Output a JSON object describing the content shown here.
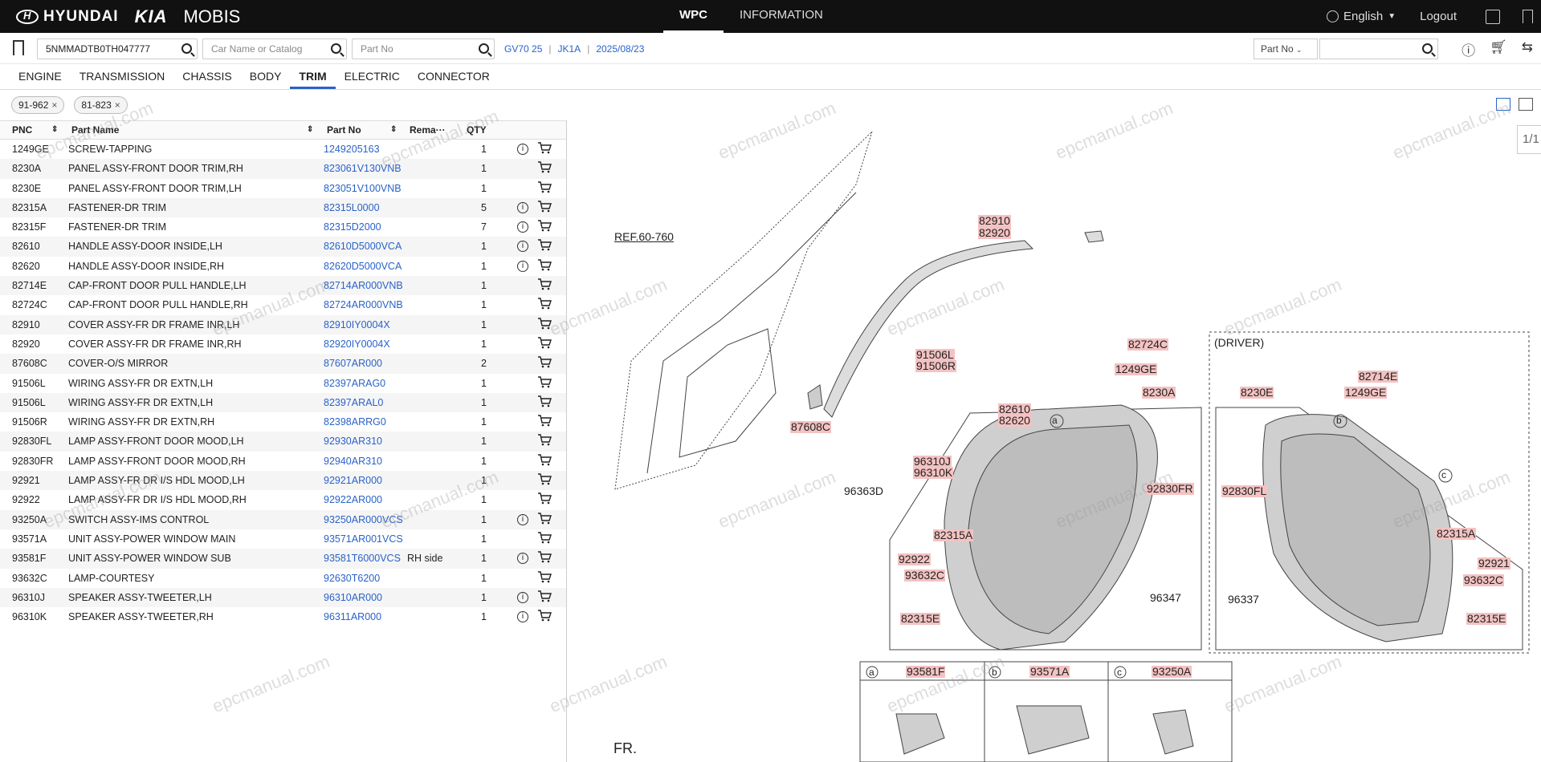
{
  "brand": {
    "hyundai": "HYUNDAI",
    "kia": "KIA",
    "mobis": "MOBIS"
  },
  "topnav": [
    {
      "label": "WPC"
    },
    {
      "label": "INFORMATION"
    }
  ],
  "topright": {
    "language": "English",
    "logout": "Logout"
  },
  "search": {
    "vin_value": "5NMMADTB0TH047777",
    "car_placeholder": "Car Name or Catalog",
    "partno_placeholder": "Part No",
    "model": "GV70 25",
    "code": "JK1A",
    "date": "2025/08/23",
    "right_select": "Part No"
  },
  "tabs": [
    "ENGINE",
    "TRANSMISSION",
    "CHASSIS",
    "BODY",
    "TRIM",
    "ELECTRIC",
    "CONNECTOR"
  ],
  "active_tab": "TRIM",
  "chips": [
    {
      "label": "91-962"
    },
    {
      "label": "81-823"
    }
  ],
  "table": {
    "headers": {
      "pnc": "PNC",
      "name": "Part Name",
      "no": "Part No",
      "remark": "Rema···",
      "qty": "QTY"
    },
    "rows": [
      {
        "pnc": "1249GE",
        "name": "SCREW-TAPPING",
        "no": "1249205163",
        "remark": "",
        "qty": "1",
        "info": true
      },
      {
        "pnc": "8230A",
        "name": "PANEL ASSY-FRONT DOOR TRIM,RH",
        "no": "823061V130VNB",
        "remark": "",
        "qty": "1",
        "info": false
      },
      {
        "pnc": "8230E",
        "name": "PANEL ASSY-FRONT DOOR TRIM,LH",
        "no": "823051V100VNB",
        "remark": "",
        "qty": "1",
        "info": false
      },
      {
        "pnc": "82315A",
        "name": "FASTENER-DR TRIM",
        "no": "82315L0000",
        "remark": "",
        "qty": "5",
        "info": true
      },
      {
        "pnc": "82315F",
        "name": "FASTENER-DR TRIM",
        "no": "82315D2000",
        "remark": "",
        "qty": "7",
        "info": true
      },
      {
        "pnc": "82610",
        "name": "HANDLE ASSY-DOOR INSIDE,LH",
        "no": "82610D5000VCA",
        "remark": "",
        "qty": "1",
        "info": true
      },
      {
        "pnc": "82620",
        "name": "HANDLE ASSY-DOOR INSIDE,RH",
        "no": "82620D5000VCA",
        "remark": "",
        "qty": "1",
        "info": true
      },
      {
        "pnc": "82714E",
        "name": "CAP-FRONT DOOR PULL HANDLE,LH",
        "no": "82714AR000VNB",
        "remark": "",
        "qty": "1",
        "info": false
      },
      {
        "pnc": "82724C",
        "name": "CAP-FRONT DOOR PULL HANDLE,RH",
        "no": "82724AR000VNB",
        "remark": "",
        "qty": "1",
        "info": false
      },
      {
        "pnc": "82910",
        "name": "COVER ASSY-FR DR FRAME INR,LH",
        "no": "82910IY0004X",
        "remark": "",
        "qty": "1",
        "info": false
      },
      {
        "pnc": "82920",
        "name": "COVER ASSY-FR DR FRAME INR,RH",
        "no": "82920IY0004X",
        "remark": "",
        "qty": "1",
        "info": false
      },
      {
        "pnc": "87608C",
        "name": "COVER-O/S MIRROR",
        "no": "87607AR000",
        "remark": "",
        "qty": "2",
        "info": false
      },
      {
        "pnc": "91506L",
        "name": "WIRING ASSY-FR DR EXTN,LH",
        "no": "82397ARAG0",
        "remark": "",
        "qty": "1",
        "info": false
      },
      {
        "pnc": "91506L",
        "name": "WIRING ASSY-FR DR EXTN,LH",
        "no": "82397ARAL0",
        "remark": "",
        "qty": "1",
        "info": false
      },
      {
        "pnc": "91506R",
        "name": "WIRING ASSY-FR DR EXTN,RH",
        "no": "82398ARRG0",
        "remark": "",
        "qty": "1",
        "info": false
      },
      {
        "pnc": "92830FL",
        "name": "LAMP ASSY-FRONT DOOR MOOD,LH",
        "no": "92930AR310",
        "remark": "",
        "qty": "1",
        "info": false
      },
      {
        "pnc": "92830FR",
        "name": "LAMP ASSY-FRONT DOOR MOOD,RH",
        "no": "92940AR310",
        "remark": "",
        "qty": "1",
        "info": false
      },
      {
        "pnc": "92921",
        "name": "LAMP ASSY-FR DR I/S HDL MOOD,LH",
        "no": "92921AR000",
        "remark": "",
        "qty": "1",
        "info": false
      },
      {
        "pnc": "92922",
        "name": "LAMP ASSY-FR DR I/S HDL MOOD,RH",
        "no": "92922AR000",
        "remark": "",
        "qty": "1",
        "info": false
      },
      {
        "pnc": "93250A",
        "name": "SWITCH ASSY-IMS CONTROL",
        "no": "93250AR000VCS",
        "remark": "",
        "qty": "1",
        "info": true
      },
      {
        "pnc": "93571A",
        "name": "UNIT ASSY-POWER WINDOW MAIN",
        "no": "93571AR001VCS",
        "remark": "",
        "qty": "1",
        "info": false
      },
      {
        "pnc": "93581F",
        "name": "UNIT ASSY-POWER WINDOW SUB",
        "no": "93581T6000VCS",
        "remark": "RH side",
        "qty": "1",
        "info": true
      },
      {
        "pnc": "93632C",
        "name": "LAMP-COURTESY",
        "no": "92630T6200",
        "remark": "",
        "qty": "1",
        "info": false
      },
      {
        "pnc": "96310J",
        "name": "SPEAKER ASSY-TWEETER,LH",
        "no": "96310AR000",
        "remark": "",
        "qty": "1",
        "info": true
      },
      {
        "pnc": "96310K",
        "name": "SPEAKER ASSY-TWEETER,RH",
        "no": "96311AR000",
        "remark": "",
        "qty": "1",
        "info": true
      }
    ]
  },
  "diagram": {
    "page": "1/1",
    "ref": "REF.60-760",
    "driver": "(DRIVER)",
    "fr": "FR.",
    "callouts": {
      "c82910": "82910",
      "c82920": "82920",
      "c82724C": "82724C",
      "c1249GE": "1249GE",
      "c8230A": "8230A",
      "c91506L": "91506L",
      "c91506R": "91506R",
      "c82610": "82610",
      "c82620": "82620",
      "c87608C": "87608C",
      "c96310J": "96310J",
      "c96310K": "96310K",
      "c96363D": "96363D",
      "c92830FR": "92830FR",
      "c82315A": "82315A",
      "c92922": "92922",
      "c93632C": "93632C",
      "c82315E": "82315E",
      "c96347": "96347",
      "c82714E": "82714E",
      "c1249GE_2": "1249GE",
      "c8230E": "8230E",
      "c92830FL": "92830FL",
      "c82315A_2": "82315A",
      "c92921": "92921",
      "c93632C_2": "93632C",
      "c96337": "96337",
      "c82315E_2": "82315E",
      "a": "a",
      "b": "b",
      "c": "c",
      "inset_a": "93581F",
      "inset_b": "93571A",
      "inset_c": "93250A"
    },
    "watermark": "epcmanual.com"
  }
}
